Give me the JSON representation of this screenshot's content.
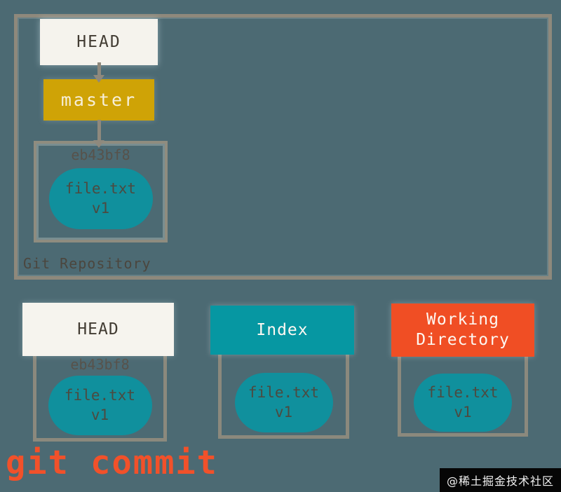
{
  "repository": {
    "label": "Git Repository",
    "head_label": "HEAD",
    "branch_label": "master",
    "commit": {
      "hash": "eb43bf8",
      "file_name": "file.txt",
      "file_version": "v1"
    }
  },
  "columns": [
    {
      "id": "head",
      "title": "HEAD",
      "hash": "eb43bf8",
      "file_name": "file.txt",
      "file_version": "v1"
    },
    {
      "id": "index",
      "title": "Index",
      "file_name": "file.txt",
      "file_version": "v1"
    },
    {
      "id": "working-directory",
      "title": "Working Directory",
      "file_name": "file.txt",
      "file_version": "v1"
    }
  ],
  "caption": "git commit",
  "watermark": "@稀土掘金技术社区",
  "colors": {
    "background": "#4c6a73",
    "frame_border": "#8e897c",
    "head_box_bg": "#f5f3ed",
    "head_text": "#423c33",
    "master_bg": "#cfa306",
    "master_text": "#f7efd9",
    "blob_teal": "#10909d",
    "blob_text": "#4c4a40",
    "commit_hash_text": "#57524b",
    "index_header_bg": "#0697a2",
    "working_header_bg": "#f04e24",
    "header_light_text": "#fdf8f2",
    "arrow": "#8f897d",
    "caption_text": "#f1512a",
    "watermark_bg": "#060606",
    "watermark_text": "#f2f2f2"
  }
}
